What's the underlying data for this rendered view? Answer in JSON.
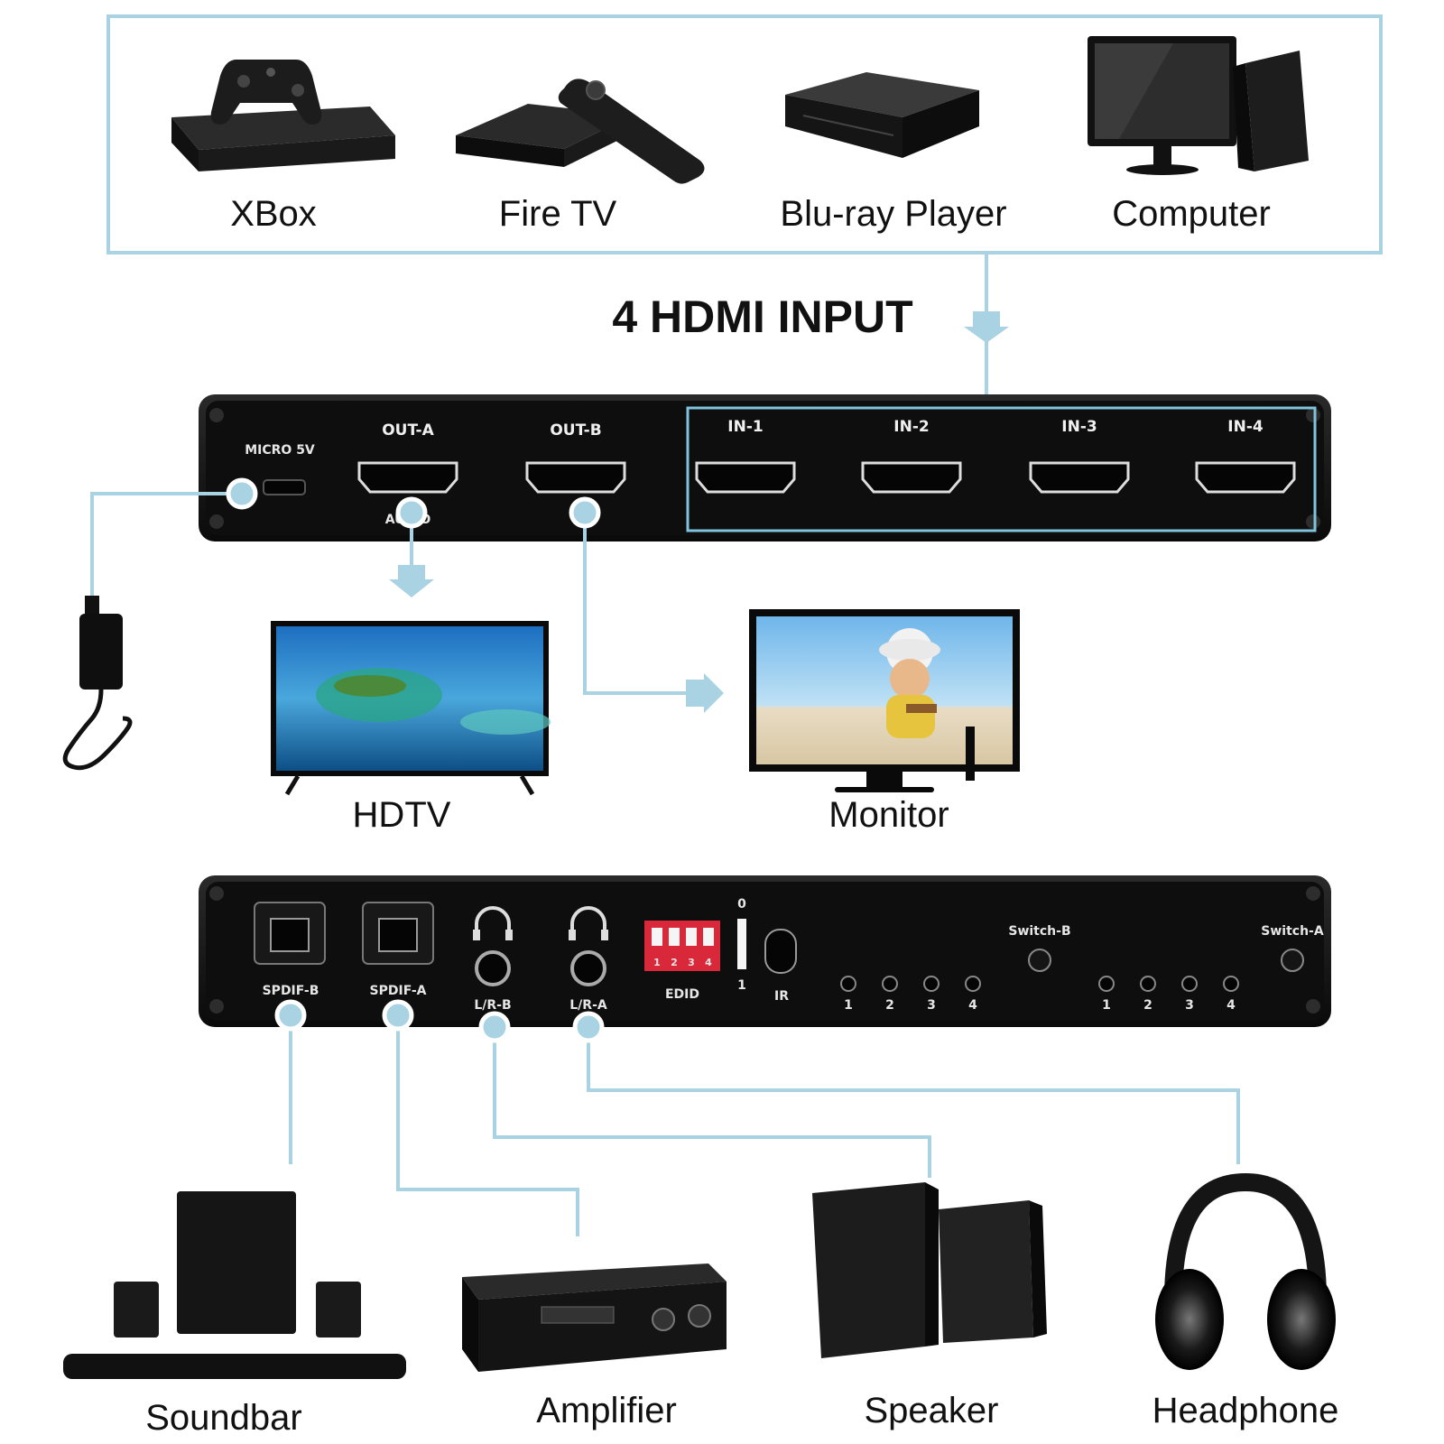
{
  "sources": {
    "title": "4 HDMI INPUT",
    "items": [
      {
        "label": "XBox",
        "icon": "xbox-console-icon"
      },
      {
        "label": "Fire TV",
        "icon": "fire-tv-icon"
      },
      {
        "label": "Blu-ray Player",
        "icon": "bluray-player-icon"
      },
      {
        "label": "Computer",
        "icon": "computer-icon"
      }
    ]
  },
  "hdmi_panel": {
    "power_label": "MICRO 5V",
    "out_a_label": "OUT-A",
    "out_a_sub": "AUDIO",
    "out_b_label": "OUT-B",
    "inputs": [
      "IN-1",
      "IN-2",
      "IN-3",
      "IN-4"
    ]
  },
  "displays": {
    "hdtv_label": "HDTV",
    "monitor_label": "Monitor"
  },
  "audio_panel": {
    "spdif_b": "SPDIF-B",
    "spdif_a": "SPDIF-A",
    "lr_b": "L/R-B",
    "lr_a": "L/R-A",
    "edid_label": "EDID",
    "edid_switches": [
      "1",
      "2",
      "3",
      "4"
    ],
    "edid_top": "0",
    "edid_bottom": "1",
    "ir_label": "IR",
    "switch_b_label": "Switch-B",
    "switch_a_label": "Switch-A",
    "led_numbers_b": [
      "1",
      "2",
      "3",
      "4"
    ],
    "led_numbers_a": [
      "1",
      "2",
      "3",
      "4"
    ]
  },
  "audio_devices": [
    {
      "label": "Soundbar",
      "icon": "soundbar-icon"
    },
    {
      "label": "Amplifier",
      "icon": "amplifier-icon"
    },
    {
      "label": "Speaker",
      "icon": "speaker-icon"
    },
    {
      "label": "Headphone",
      "icon": "headphone-icon"
    }
  ],
  "colors": {
    "connector": "#a9d3e3",
    "panel": "#111111",
    "highlight": "#7fc4dc"
  }
}
